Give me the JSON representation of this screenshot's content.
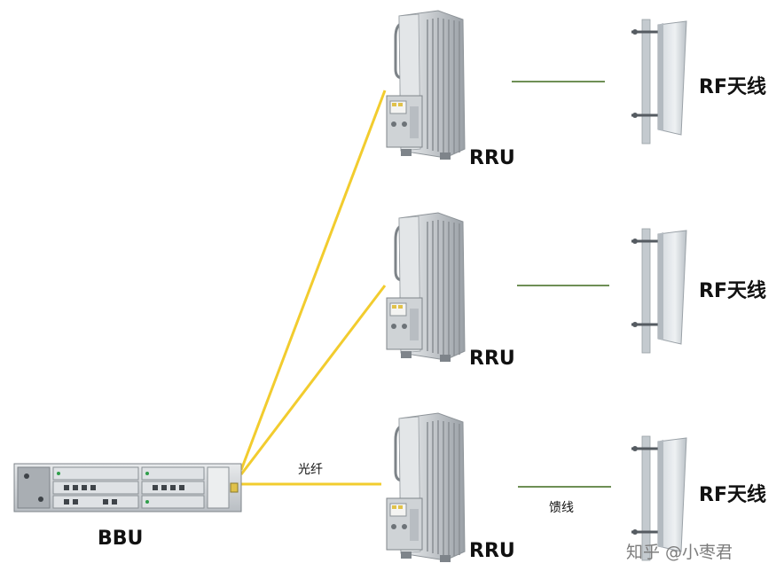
{
  "diagram": {
    "bbu_label": "BBU",
    "fiber_label": "光纤",
    "feeder_label": "馈线",
    "rru_labels": [
      "RRU",
      "RRU",
      "RRU"
    ],
    "antenna_labels": [
      "RF天线",
      "RF天线",
      "RF天线"
    ]
  },
  "watermark": "知乎 @小枣君",
  "colors": {
    "fiber": "#f2cc2e",
    "feeder": "#6e8f55",
    "device_body": "#d4d7da",
    "device_dark": "#8a8f94",
    "bbu_panel": "#c9ced3",
    "antenna": "#dfe3e6",
    "text": "#111111"
  }
}
